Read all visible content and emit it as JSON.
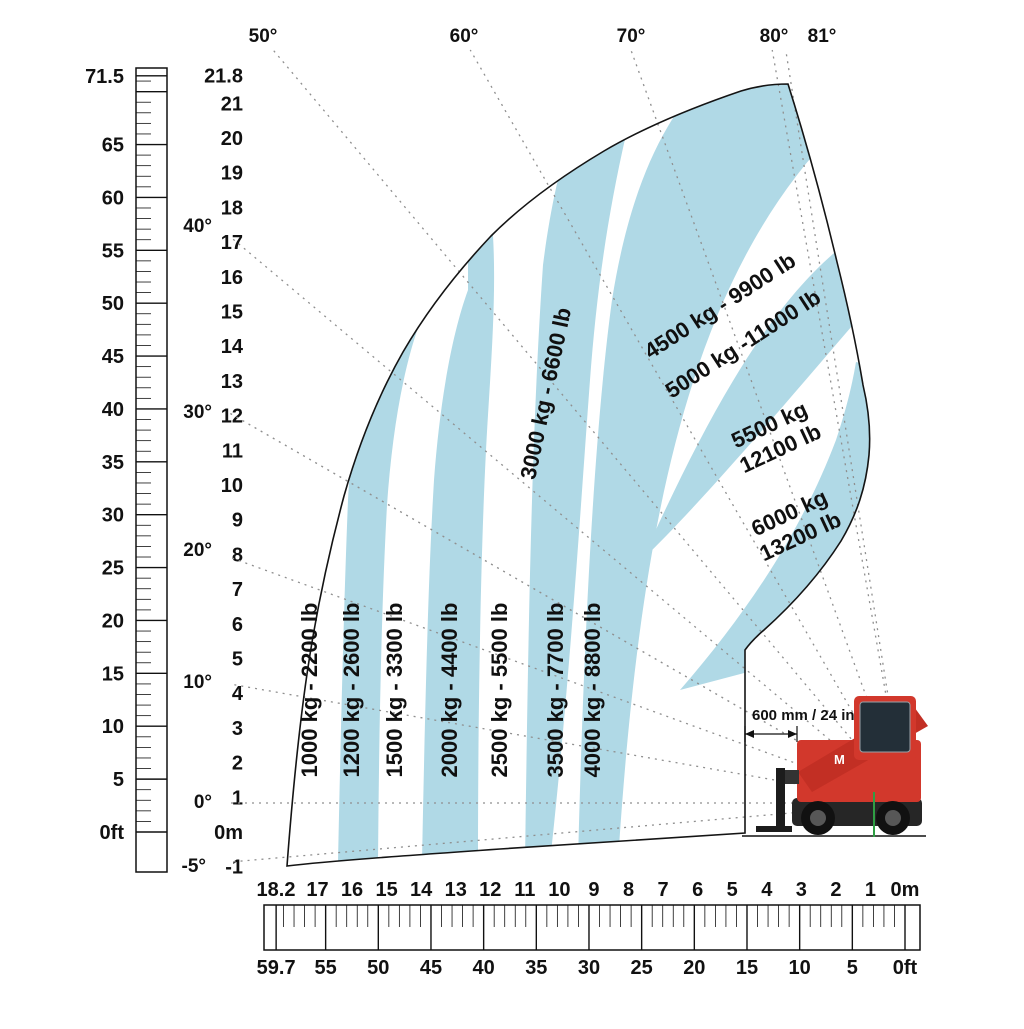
{
  "chart_data": {
    "type": "load-chart",
    "capacity_zones": [
      {
        "kg": 1000,
        "lb": 2200,
        "label": "1000 kg - 2200 lb",
        "color": "white"
      },
      {
        "kg": 1200,
        "lb": 2600,
        "label": "1200 kg - 2600 lb",
        "color": "blue"
      },
      {
        "kg": 1500,
        "lb": 3300,
        "label": "1500 kg - 3300 lb",
        "color": "white"
      },
      {
        "kg": 2000,
        "lb": 4400,
        "label": "2000 kg - 4400 lb",
        "color": "blue"
      },
      {
        "kg": 2500,
        "lb": 5500,
        "label": "2500 kg - 5500 lb",
        "color": "white"
      },
      {
        "kg": 3000,
        "lb": 6600,
        "label": "3000 kg - 6600 lb",
        "color": "blue"
      },
      {
        "kg": 3500,
        "lb": 7700,
        "label": "3500 kg - 7700 lb",
        "color": "white"
      },
      {
        "kg": 4000,
        "lb": 8800,
        "label": "4000 kg - 8800 lb",
        "color": "blue"
      },
      {
        "kg": 4500,
        "lb": 9900,
        "label": "4500 kg - 9900 lb",
        "color": "white"
      },
      {
        "kg": 5000,
        "lb": 11000,
        "label": "5000 kg -11000 lb",
        "color": "blue"
      },
      {
        "kg": 5500,
        "lb": 12100,
        "label_lines": [
          "5500 kg",
          "12100 lb"
        ],
        "color": "white"
      },
      {
        "kg": 6000,
        "lb": 13200,
        "label_lines": [
          "6000 kg",
          "13200 lb"
        ],
        "color": "blue"
      }
    ],
    "axes": {
      "left_ft": [
        "71.5",
        "65",
        "60",
        "55",
        "50",
        "45",
        "40",
        "35",
        "30",
        "25",
        "20",
        "15",
        "10",
        "5",
        "0ft"
      ],
      "left_m": [
        "21.8",
        "21",
        "20",
        "19",
        "18",
        "17",
        "16",
        "15",
        "14",
        "13",
        "12",
        "11",
        "10",
        "9",
        "8",
        "7",
        "6",
        "5",
        "4",
        "3",
        "2",
        "1",
        "0m",
        "-1"
      ],
      "bottom_m": [
        "18.2",
        "17",
        "16",
        "15",
        "14",
        "13",
        "12",
        "11",
        "10",
        "9",
        "8",
        "7",
        "6",
        "5",
        "4",
        "3",
        "2",
        "1",
        "0m"
      ],
      "bottom_ft": [
        "59.7",
        "55",
        "50",
        "45",
        "40",
        "35",
        "30",
        "25",
        "20",
        "15",
        "10",
        "5",
        "0ft"
      ]
    },
    "boom_angles_top": [
      "50°",
      "60°",
      "70°",
      "80°",
      "81°"
    ],
    "boom_angles_left": [
      "40°",
      "30°",
      "20°",
      "10°",
      "0°",
      "-5°"
    ],
    "annotation": "600 mm / 24 in",
    "max_height_m": 21.8,
    "max_reach_m": 18.2,
    "colors": {
      "band_blue": "#b0d9e6",
      "outline": "#141414",
      "dotted": "#8f8f8f",
      "machine_red": "#d2382c",
      "machine_dark": "#262626"
    }
  },
  "machine": {
    "logo": "M"
  }
}
